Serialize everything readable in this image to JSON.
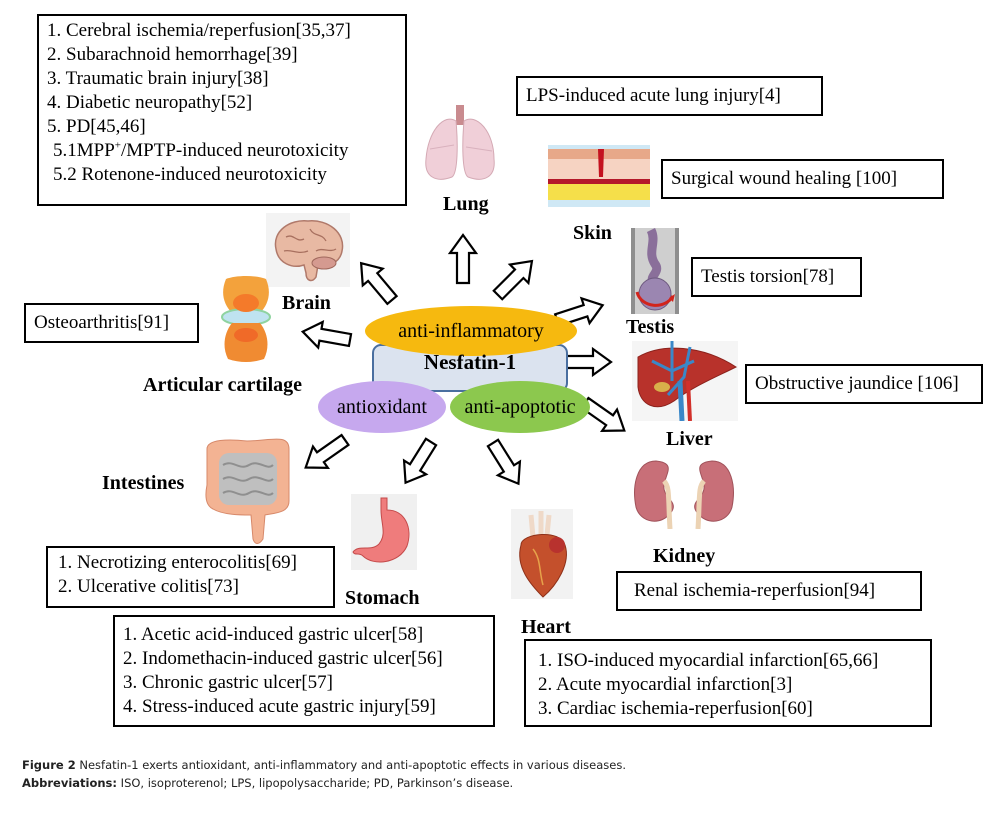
{
  "center": {
    "title": "Nesfatin-1",
    "effects": [
      {
        "label": "anti-inflammatory",
        "color": "#f6b90f"
      },
      {
        "label": "antioxidant",
        "color": "#c6a8ee"
      },
      {
        "label": "anti-apoptotic",
        "color": "#8cc84e"
      }
    ]
  },
  "organs": {
    "brain": {
      "label": "Brain",
      "diseases": [
        "1. Cerebral ischemia/reperfusion[35,37]",
        "2. Subarachnoid hemorrhage[39]",
        "3. Traumatic brain injury[38]",
        "4. Diabetic neuropathy[52]",
        "5. PD[45,46]"
      ],
      "sub_items": [
        {
          "prefix": "5.1MPP",
          "sup": "+",
          "suffix": "/MPTP-induced neurotoxicity"
        },
        {
          "text": "5.2 Rotenone-induced neurotoxicity"
        }
      ]
    },
    "lung": {
      "label": "Lung",
      "diseases": [
        "LPS-induced acute lung injury[4]"
      ]
    },
    "skin": {
      "label": "Skin",
      "diseases": [
        "Surgical wound healing [100]"
      ]
    },
    "testis": {
      "label": "Testis",
      "diseases": [
        "Testis torsion[78]"
      ]
    },
    "liver": {
      "label": "Liver",
      "diseases": [
        "Obstructive jaundice [106]"
      ]
    },
    "kidney": {
      "label": "Kidney",
      "diseases": [
        "Renal ischemia-reperfusion[94]"
      ]
    },
    "heart": {
      "label": "Heart",
      "diseases": [
        "1. ISO-induced myocardial infarction[65,66]",
        "2. Acute myocardial infarction[3]",
        "3. Cardiac ischemia-reperfusion[60]"
      ]
    },
    "stomach": {
      "label": "Stomach",
      "diseases": [
        "1. Acetic acid-induced gastric ulcer[58]",
        "2. Indomethacin-induced gastric ulcer[56]",
        "3. Chronic gastric ulcer[57]",
        "4. Stress-induced acute gastric injury[59]"
      ]
    },
    "intestines": {
      "label": "Intestines",
      "diseases": [
        "1. Necrotizing enterocolitis[69]",
        "2. Ulcerative colitis[73]"
      ]
    },
    "cartilage": {
      "label": "Articular cartilage",
      "diseases": [
        "Osteoarthritis[91]"
      ]
    }
  },
  "caption": {
    "figure_label": "Figure 2",
    "figure_text": " Nesfatin-1 exerts antioxidant, anti-inflammatory and anti-apoptotic effects in various diseases.",
    "abbrev_label": "Abbreviations:",
    "abbrev_text": " ISO, isoproterenol; LPS, lipopolysaccharide; PD, Parkinson’s disease."
  }
}
